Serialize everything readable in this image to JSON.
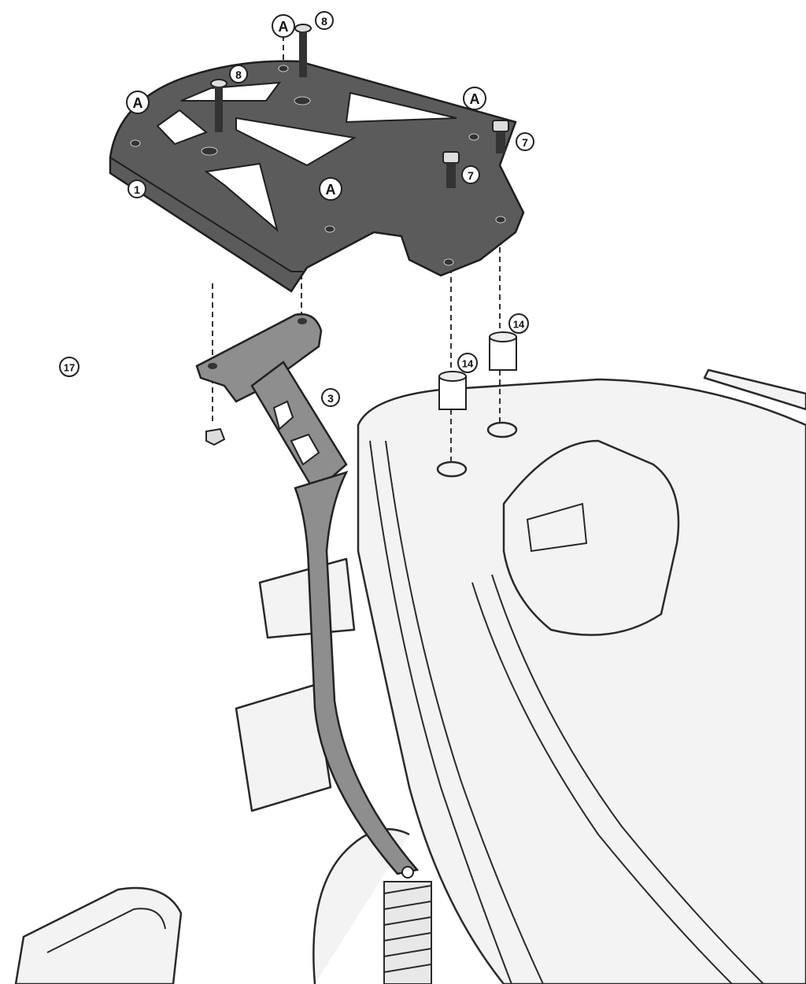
{
  "diagram": {
    "title": "Top case rack mounting kit – exploded view",
    "callouts": {
      "plate": "1",
      "bracket": "3",
      "bolt_short": "7",
      "bolt_long": "8",
      "spacer": "14",
      "kit_ref": "17",
      "hole_marker": "A"
    },
    "colors": {
      "plate": "#5b5b5b",
      "bracket": "#8e8e8e",
      "outline": "#2a2a2a",
      "vehicle_fill": "#f3f3f3"
    }
  }
}
